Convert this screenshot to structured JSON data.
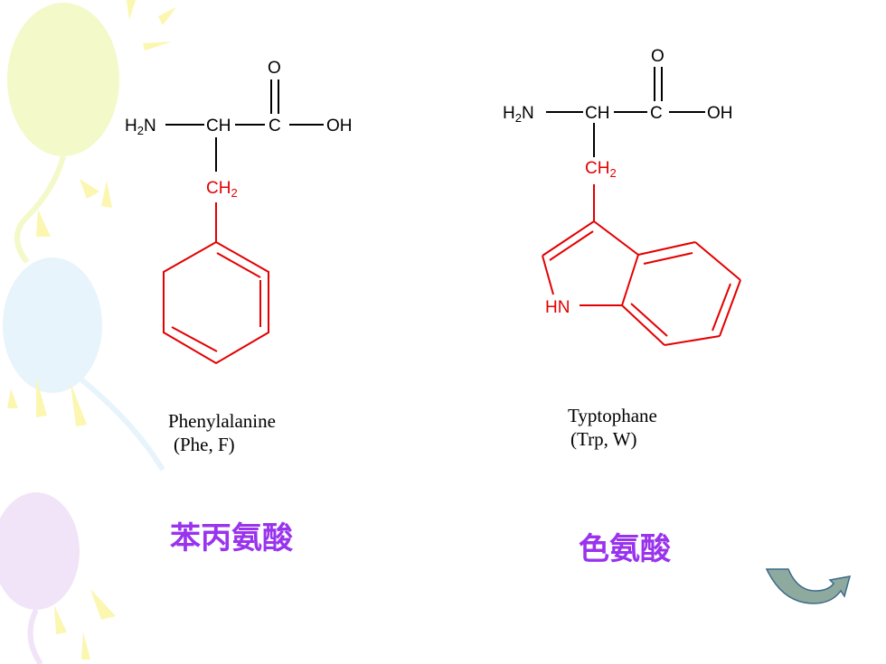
{
  "colors": {
    "bond_black": "#000000",
    "bond_red": "#e30000",
    "chinese_label": "#9933ee",
    "arrow_fill": "#8ea99e",
    "balloon_yellow": "#f3f9c9",
    "balloon_blue": "#e7f4fc",
    "balloon_purple": "#f1e4f8",
    "rays_yellow": "#fbf6b0"
  },
  "phenylalanine": {
    "atoms": {
      "h": "H",
      "two": "2",
      "n": "N",
      "ch": "CH",
      "c": "C",
      "o": "O",
      "oh": "OH",
      "ch2_c": "CH",
      "ch2_sub": "2"
    },
    "name": "Phenylalanine",
    "abbr": "(Phe, F)",
    "chinese": "苯丙氨酸"
  },
  "tryptophan": {
    "atoms": {
      "h": "H",
      "two": "2",
      "n": "N",
      "ch": "CH",
      "c": "C",
      "o": "O",
      "oh": "OH",
      "ch2_c": "CH",
      "ch2_sub": "2",
      "hn": "HN"
    },
    "name": "Typtophane",
    "abbr": "(Trp, W)",
    "chinese": "色氨酸"
  },
  "nav": {
    "icon": "curved-arrow-icon"
  }
}
